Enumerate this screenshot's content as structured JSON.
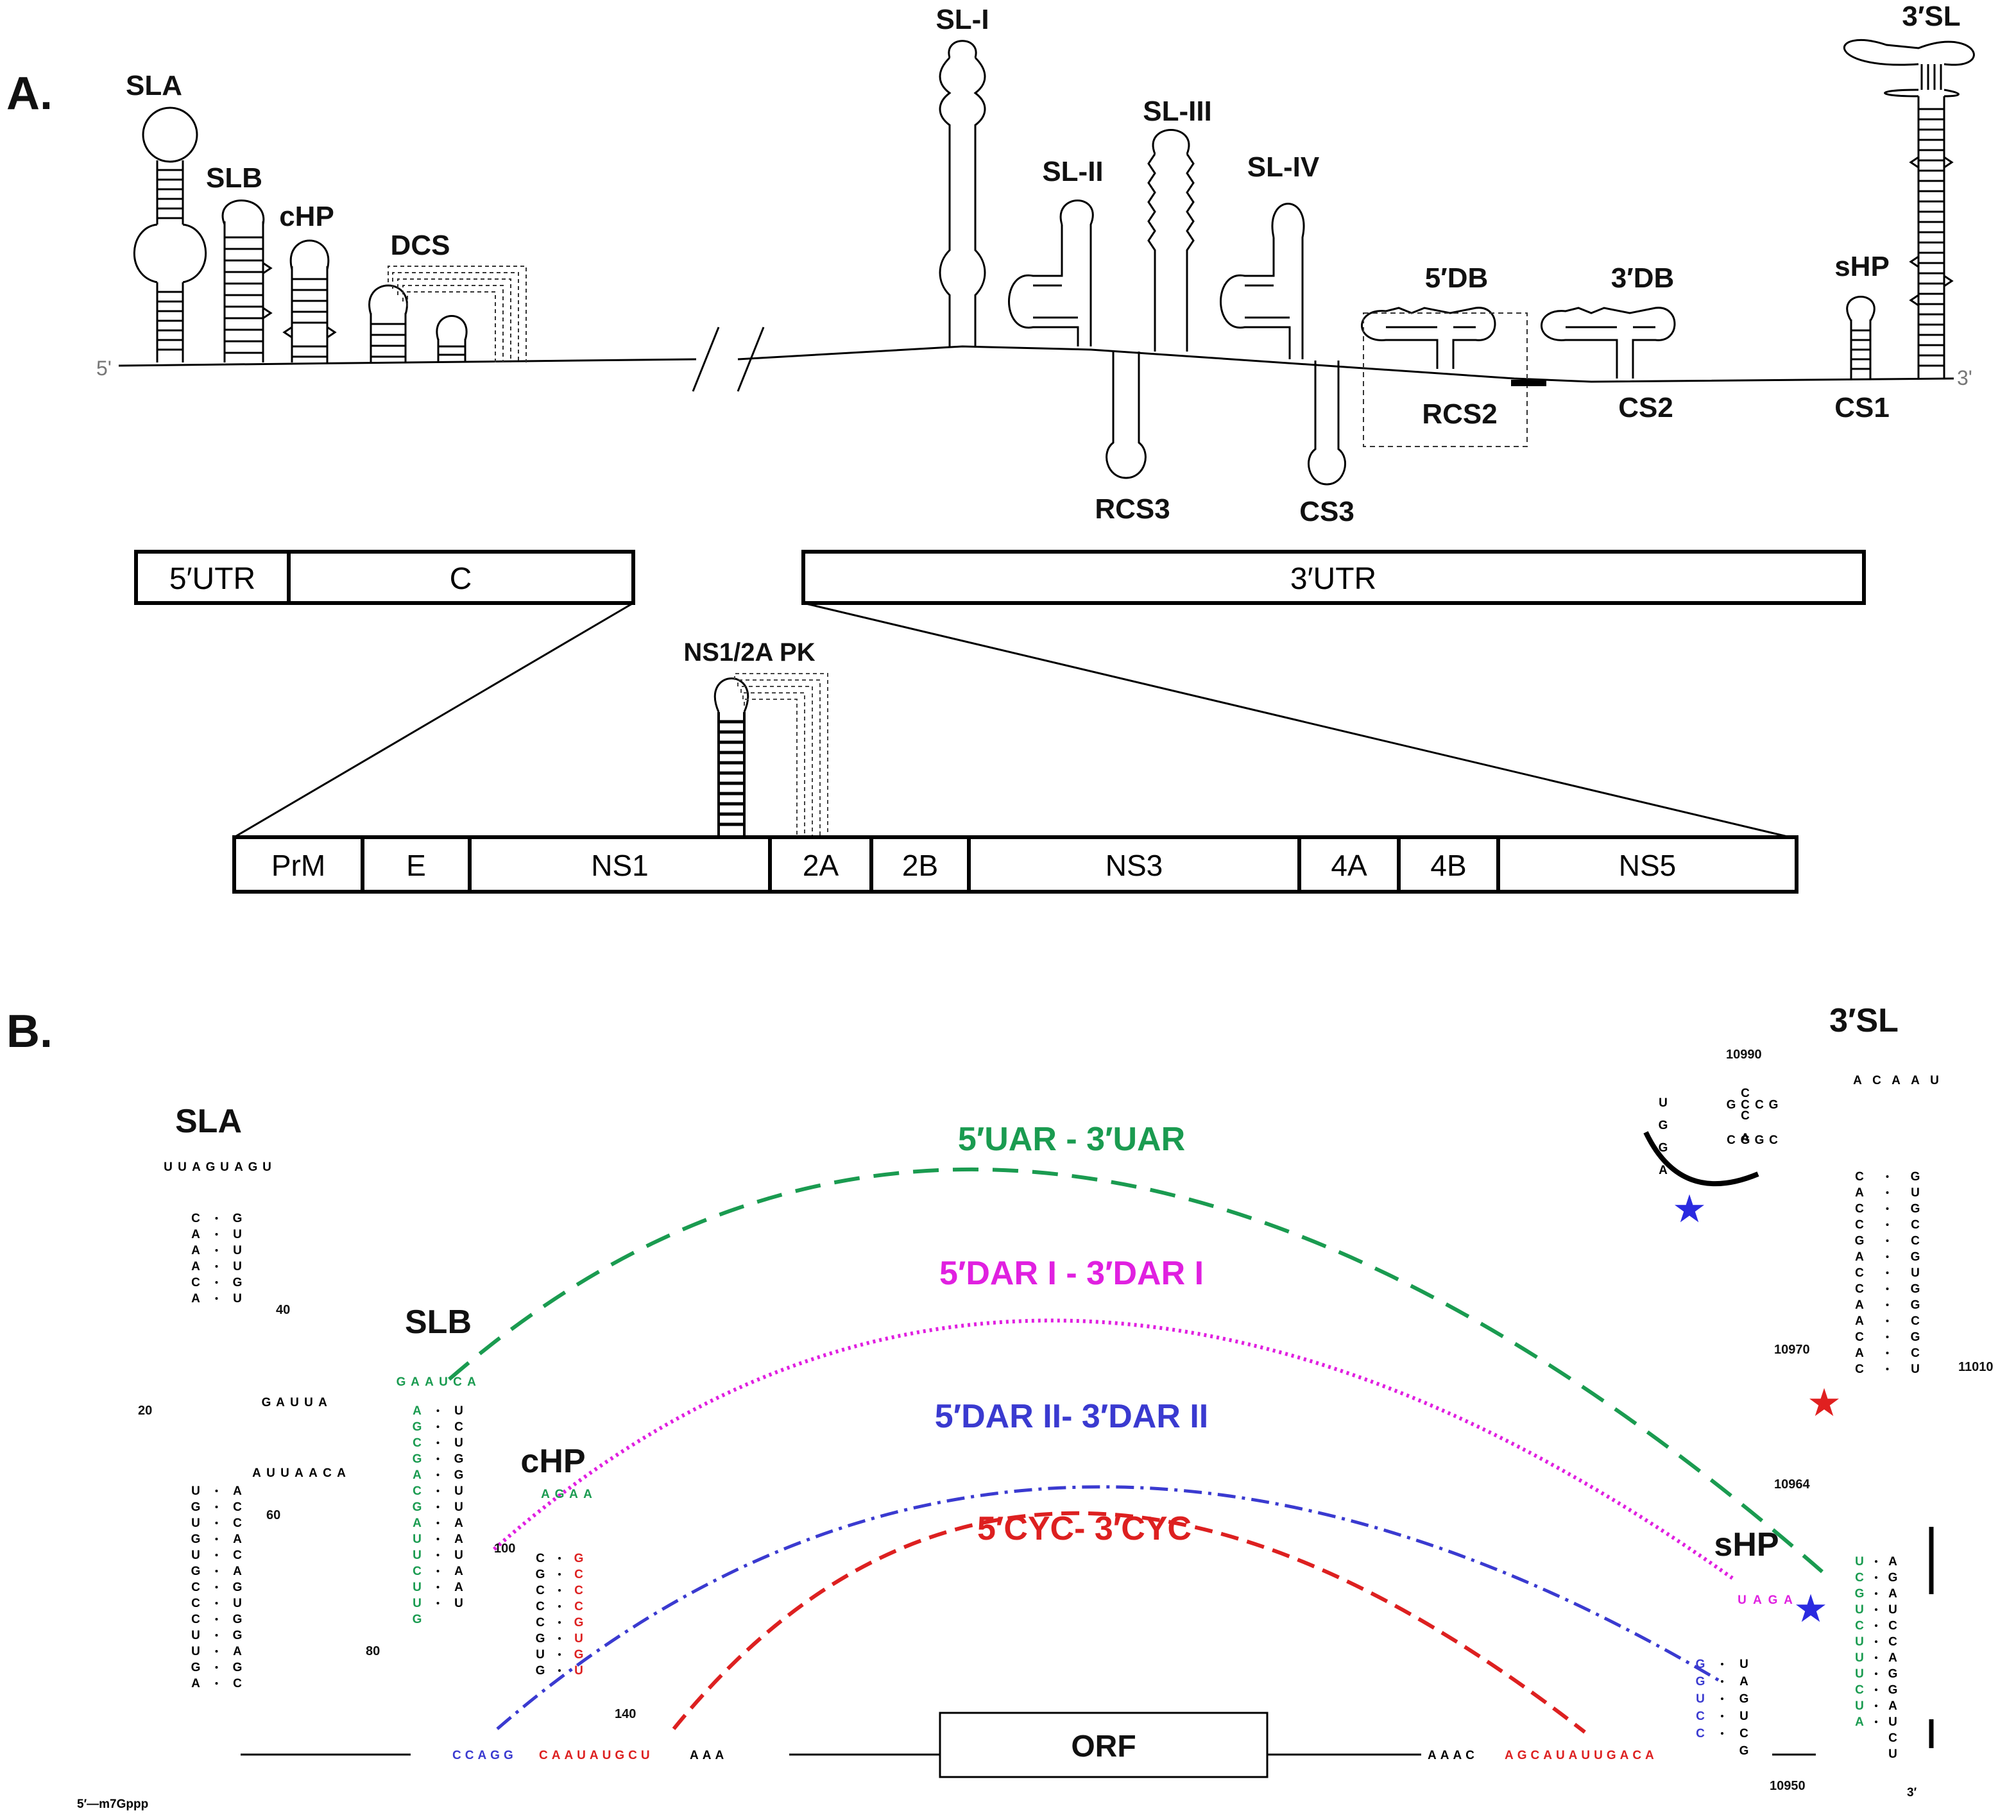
{
  "panel_a": {
    "label": "A.",
    "five_prime": "5'",
    "three_prime": "3'",
    "structures": {
      "sla": "SLA",
      "slb": "SLB",
      "chp": "cHP",
      "dcs": "DCS",
      "sl1": "SL-I",
      "sl2": "SL-II",
      "sl3": "SL-III",
      "sl4": "SL-IV",
      "db5": "5′DB",
      "db3": "3′DB",
      "shp": "sHP",
      "sl3p": "3′SL",
      "rcs3": "RCS3",
      "cs3": "CS3",
      "rcs2": "RCS2",
      "cs2": "CS2",
      "cs1": "CS1",
      "pk": "NS1/2A PK"
    },
    "genome_bar_left": [
      "5′UTR",
      "C"
    ],
    "genome_bar_right": "3′UTR",
    "orf_genes": [
      "PrM",
      "E",
      "NS1",
      "2A",
      "2B",
      "NS3",
      "4A",
      "4B",
      "NS5"
    ]
  },
  "panel_b": {
    "label": "B.",
    "titles": {
      "sla": "SLA",
      "slb": "SLB",
      "chp": "cHP",
      "shp": "sHP",
      "sl3p": "3′SL"
    },
    "orf": "ORF",
    "five_cap": "5′—m7Gppp",
    "three_end": "3′",
    "interactions": [
      {
        "label": "5′UAR - 3′UAR",
        "color": "#1a9b50"
      },
      {
        "label": "5′DAR I - 3′DAR I",
        "color": "#e020e0"
      },
      {
        "label": "5′DAR II- 3′DAR II",
        "color": "#3a3ad0"
      },
      {
        "label": "5′CYC- 3′CYC",
        "color": "#dd2020"
      }
    ],
    "positions": [
      "40",
      "20",
      "60",
      "80",
      "100",
      "140",
      "10990",
      "10970",
      "11010",
      "10964",
      "10950"
    ],
    "seq_5prime_linker": [
      "CCAGG",
      "CAAUAUGCU",
      "AAA"
    ],
    "seq_3prime_linker": [
      "AAAC",
      "AGCAUAUUGACA"
    ],
    "seq_sla_left": "CAAACA",
    "seq_sla_right": "GUUUGU",
    "seq_sla_loop": "UUAGUAGU",
    "seq_sla_bulge": "GAUUA",
    "seq_sla_bulge2": "AUUAACA",
    "seq_sla_low_left": "UGUGUGCCCUUGA",
    "seq_sla_low_right": "ACCACAGUGGAGC",
    "seq_slb_left": "AGCGACGAUUCUUG",
    "seq_slb_right": "UCUGGUUAAUAAU",
    "seq_slb_loop": "GAAUCA",
    "seq_chp_left": "CGCCCGUG",
    "seq_chp_right": "GCCCGUGU",
    "seq_chp_loop": "AGAA",
    "seq_3sl_loop_left": "UGGA",
    "seq_3sl_loop_right": "CCA",
    "seq_3sl_loop_top": "ACAAU",
    "seq_3sl_kiss": [
      "GCCG",
      "CGGC"
    ],
    "seq_3sl_stem_left": "CACCGACCAACAC",
    "seq_3sl_stem_right": "GUGCCGUGGCGCU",
    "seq_3sl_low_left": "UCGUCUUUCUA",
    "seq_3sl_low_right": "AGAUCCAGGAUCU",
    "seq_shp_left": "GGUCC",
    "seq_shp_right": "UAGUCG",
    "seq_shp_loop": "UAGA"
  }
}
